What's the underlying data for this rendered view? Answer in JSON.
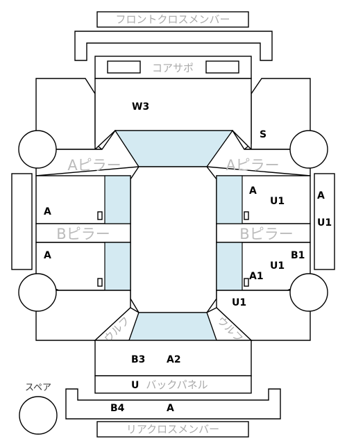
{
  "parts": {
    "front_cross_member": "フロントクロスメンバー",
    "core_support": "コアサポ",
    "a_pillar": "Aピラー",
    "b_pillar": "Bピラー",
    "back_panel": "バックパネル",
    "rear_cross_member": "リアクロスメンバー",
    "spare": "スペア",
    "corner_rear_left": "ウルフ",
    "corner_rear_right": "ウルフ"
  },
  "codes": {
    "core_support_area": "W3",
    "right_front_fender": "S",
    "left_front_door": "A",
    "left_rear_door": "A",
    "right_front_door_a": "A",
    "right_front_door_u": "U1",
    "right_sill_a": "A",
    "right_sill_u": "U1",
    "right_rear_door_b": "B1",
    "right_rear_door_u": "U1",
    "right_rear_door_a": "A1",
    "right_quarter": "U1",
    "trunk_b": "B3",
    "trunk_a": "A2",
    "back_panel_u": "U",
    "rear_member_b": "B4",
    "rear_member_a": "A"
  },
  "colors": {
    "glass": "#d4eaf2",
    "outline": "#000000",
    "label_gray": "#aaaaaa"
  }
}
